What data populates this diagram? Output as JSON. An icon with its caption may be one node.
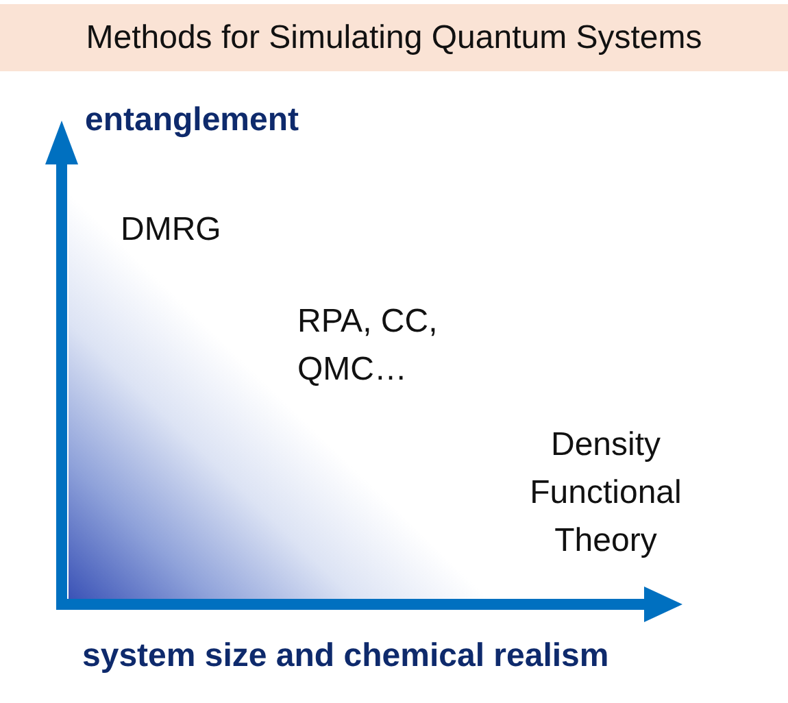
{
  "diagram": {
    "title": "Methods for Simulating Quantum Systems",
    "labels": [
      "entanglement",
      "DMRG",
      "RPA, CC, QMC…",
      "Density Functional Theory",
      "system size and chemical realism"
    ]
  }
}
